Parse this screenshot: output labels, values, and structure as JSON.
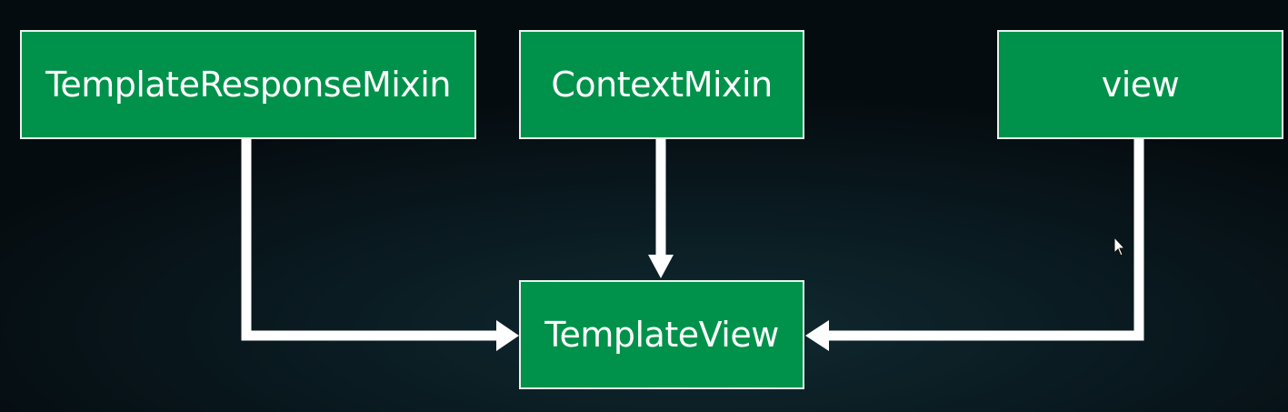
{
  "diagram": {
    "nodes": {
      "template_response_mixin": {
        "label": "TemplateResponseMixin"
      },
      "context_mixin": {
        "label": "ContextMixin"
      },
      "view": {
        "label": "view"
      },
      "template_view": {
        "label": "TemplateView"
      }
    },
    "edges": [
      {
        "from": "TemplateResponseMixin",
        "to": "TemplateView"
      },
      {
        "from": "ContextMixin",
        "to": "TemplateView"
      },
      {
        "from": "view",
        "to": "TemplateView"
      }
    ],
    "colors": {
      "node_fill": "#00924a",
      "node_border": "#e8f3ec",
      "connector": "#ffffff",
      "background": "#07161b"
    }
  }
}
